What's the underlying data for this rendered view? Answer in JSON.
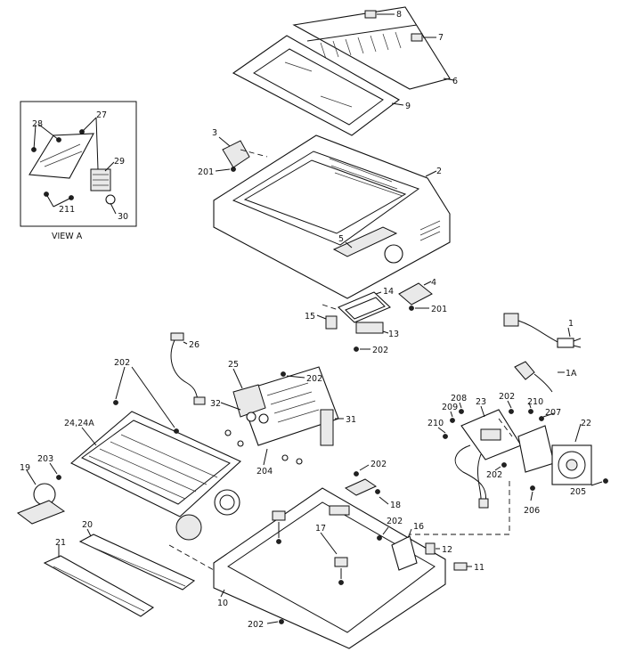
{
  "view_caption": "VIEW A",
  "callouts": {
    "c1": "1",
    "c1a": "1A",
    "c2": "2",
    "c3": "3",
    "c4": "4",
    "c5": "5",
    "c6": "6",
    "c7": "7",
    "c8": "8",
    "c9": "9",
    "c10": "10",
    "c11": "11",
    "c12": "12",
    "c13": "13",
    "c14": "14",
    "c15": "15",
    "c16": "16",
    "c17": "17",
    "c18": "18",
    "c19": "19",
    "c20": "20",
    "c21": "21",
    "c22": "22",
    "c23": "23",
    "c24": "24,24A",
    "c25": "25",
    "c26": "26",
    "c27": "27",
    "c28": "28",
    "c29": "29",
    "c30": "30",
    "c31": "31",
    "c32": "32",
    "c201": "201",
    "c202": "202",
    "c203": "203",
    "c204": "204",
    "c205": "205",
    "c206": "206",
    "c207": "207",
    "c208": "208",
    "c209": "209",
    "c210": "210",
    "c211": "211"
  }
}
